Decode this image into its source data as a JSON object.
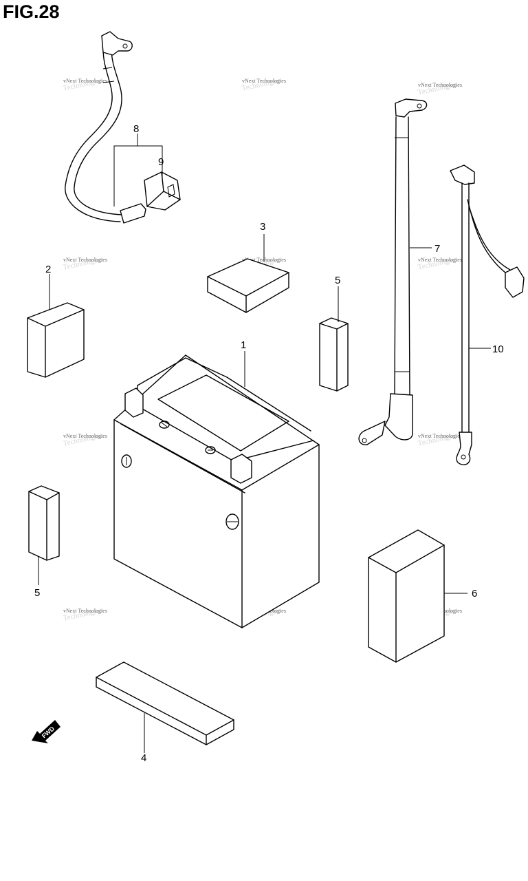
{
  "figure": {
    "title": "FIG.28"
  },
  "callouts": [
    {
      "num": "1"
    },
    {
      "num": "2"
    },
    {
      "num": "3"
    },
    {
      "num": "4"
    },
    {
      "num": "5"
    },
    {
      "num": "5"
    },
    {
      "num": "6"
    },
    {
      "num": "7"
    },
    {
      "num": "8"
    },
    {
      "num": "9"
    },
    {
      "num": "10"
    }
  ],
  "watermark": {
    "line1": "vNext Technologies",
    "line2": "Technologies"
  },
  "fwd_label": "FWD"
}
